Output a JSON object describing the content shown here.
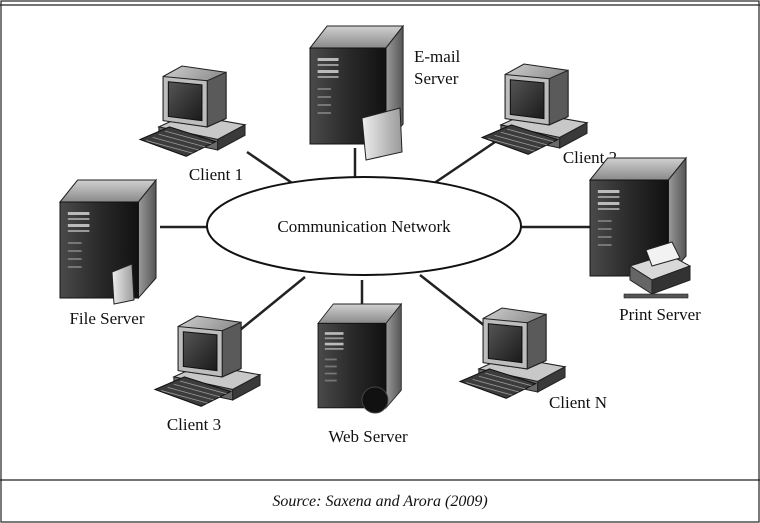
{
  "diagram": {
    "hub": "Communication Network",
    "nodes": {
      "email_server": [
        "E-mail",
        "Server"
      ],
      "client1": "Client 1",
      "client2": "Client 2",
      "file_server": "File Server",
      "print_server": "Print Server",
      "client3": "Client 3",
      "web_server": "Web Server",
      "clientN": "Client N"
    }
  },
  "caption": "Source: Saxena and Arora (2009)"
}
